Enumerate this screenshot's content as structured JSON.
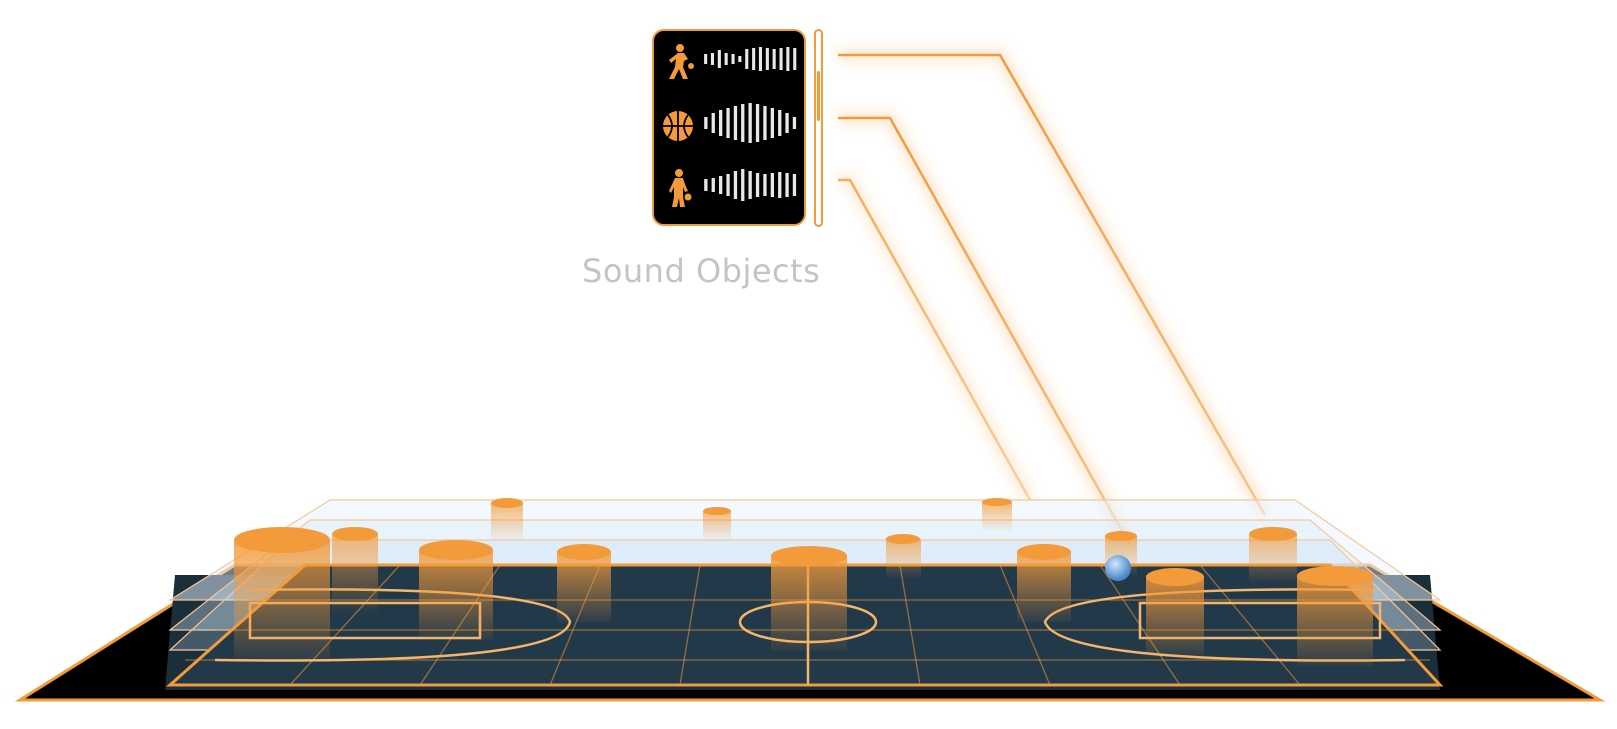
{
  "caption": "Sound Objects",
  "colors": {
    "accent": "#f39a3a",
    "court": "#1b2f3b",
    "panel": "#000000",
    "caption": "#c4c4c4",
    "ball": "#6aa8e0"
  },
  "sound_objects": [
    {
      "icon": "player-running-icon",
      "waveform": [
        0.25,
        0.3,
        0.45,
        0.3,
        0.25,
        0.15,
        0.5,
        0.55,
        0.6,
        0.55,
        0.5,
        0.55,
        0.6,
        0.55
      ]
    },
    {
      "icon": "basketball-icon",
      "waveform": [
        0.3,
        0.5,
        0.65,
        0.75,
        0.85,
        0.95,
        1.0,
        0.95,
        0.85,
        0.75,
        0.65,
        0.5,
        0.3
      ]
    },
    {
      "icon": "player-dribbling-icon",
      "waveform": [
        0.3,
        0.35,
        0.45,
        0.55,
        0.7,
        0.8,
        0.7,
        0.6,
        0.55,
        0.6,
        0.65,
        0.6,
        0.55
      ]
    }
  ]
}
